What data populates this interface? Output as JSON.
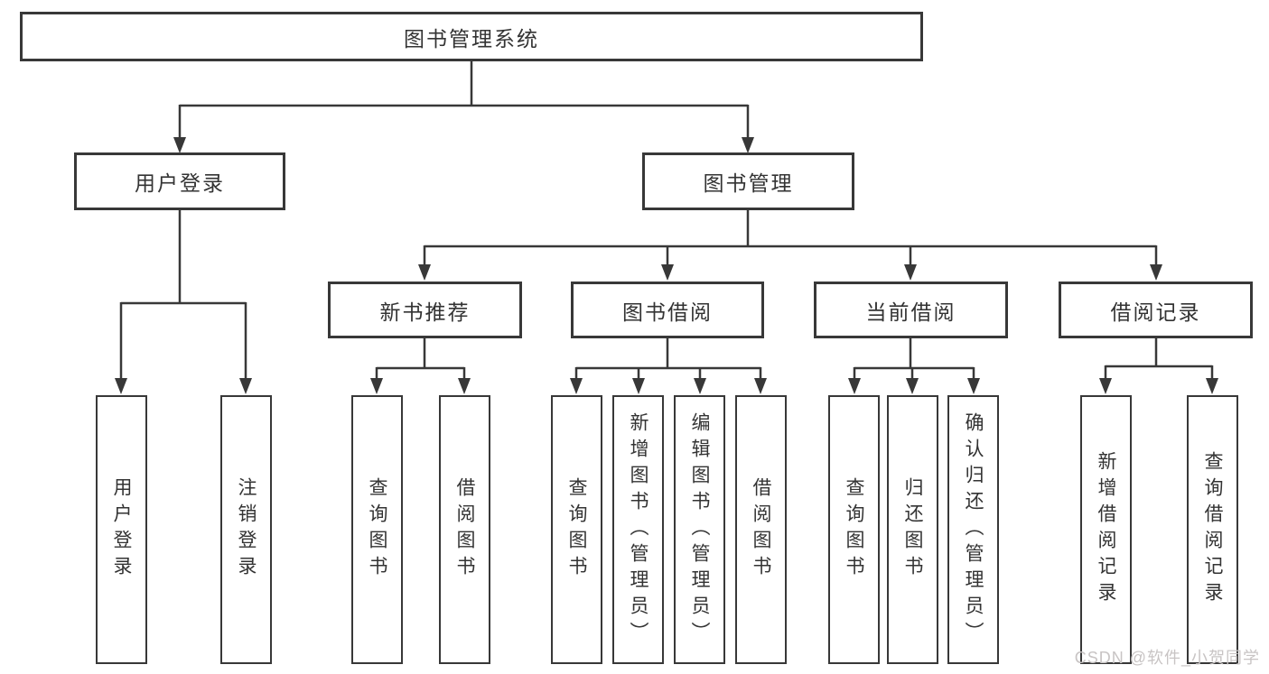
{
  "nodes": {
    "root": "图书管理系统",
    "user_login": "用户登录",
    "book_management": "图书管理",
    "new_book_recommend": "新书推荐",
    "book_borrow": "图书借阅",
    "current_borrow": "当前借阅",
    "borrow_records": "借阅记录"
  },
  "leaves": {
    "user_login_group": [
      "用户登录",
      "注销登录"
    ],
    "new_book_group": [
      "查询图书",
      "借阅图书"
    ],
    "book_borrow_group": [
      "查询图书",
      "新增图书（管理员）",
      "编辑图书（管理员）",
      "借阅图书"
    ],
    "current_borrow_group": [
      "查询图书",
      "归还图书",
      "确认归还（管理员）"
    ],
    "borrow_record_group": [
      "新增借阅记录",
      "查询借阅记录"
    ]
  },
  "watermark": "CSDN @软件_小贺同学",
  "colors": {
    "line": "#383838",
    "text": "#333333",
    "watermark": "#c8c4c4",
    "background": "#ffffff"
  }
}
